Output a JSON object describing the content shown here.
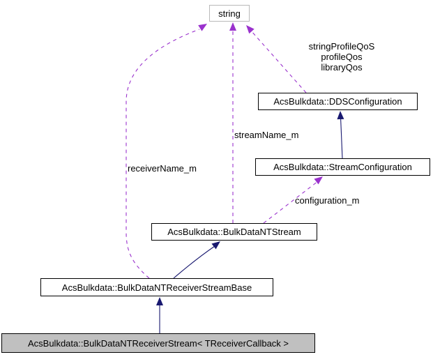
{
  "diagram": {
    "kind": "collaboration-graph",
    "colors": {
      "background": "#ffffff",
      "node_fill": "#ffffff",
      "node_border": "#000000",
      "external_node_border": "#b9b9b9",
      "current_node_fill": "#c0c0c0",
      "inheritance_edge": "#191970",
      "usage_edge": "#9a32cd",
      "text": "#000000"
    },
    "nodes": {
      "string": {
        "label": "string",
        "kind": "external"
      },
      "dds_configuration": {
        "label": "AcsBulkdata::DDSConfiguration",
        "kind": "class"
      },
      "stream_configuration": {
        "label": "AcsBulkdata::StreamConfiguration",
        "kind": "class"
      },
      "bulkdata_nt_stream": {
        "label": "AcsBulkdata::BulkDataNTStream",
        "kind": "class"
      },
      "receiver_stream_base": {
        "label": "AcsBulkdata::BulkDataNTReceiverStreamBase",
        "kind": "class"
      },
      "receiver_stream": {
        "label": "AcsBulkdata::BulkDataNTReceiverStream< TReceiverCallback >",
        "kind": "current"
      }
    },
    "edges": [
      {
        "from": "receiver_stream",
        "to": "receiver_stream_base",
        "kind": "inheritance",
        "style": "solid",
        "label": ""
      },
      {
        "from": "receiver_stream_base",
        "to": "bulkdata_nt_stream",
        "kind": "inheritance",
        "style": "solid",
        "label": ""
      },
      {
        "from": "stream_configuration",
        "to": "dds_configuration",
        "kind": "inheritance",
        "style": "solid",
        "label": ""
      },
      {
        "from": "bulkdata_nt_stream",
        "to": "string",
        "kind": "usage",
        "style": "dashed",
        "label": "streamName_m"
      },
      {
        "from": "receiver_stream_base",
        "to": "string",
        "kind": "usage",
        "style": "dashed",
        "label": "receiverName_m"
      },
      {
        "from": "dds_configuration",
        "to": "string",
        "kind": "usage",
        "style": "dashed",
        "labels": [
          "stringProfileQoS",
          "profileQos",
          "libraryQos"
        ]
      },
      {
        "from": "bulkdata_nt_stream",
        "to": "stream_configuration",
        "kind": "usage",
        "style": "dashed",
        "label": "configuration_m"
      }
    ]
  }
}
